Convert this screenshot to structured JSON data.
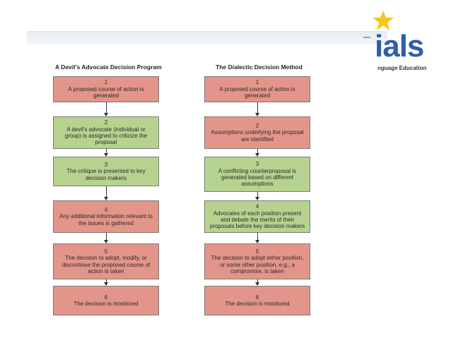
{
  "logo": {
    "text": "ials",
    "subtitle": "nguage Education"
  },
  "colors": {
    "red_box": "#e3958a",
    "green_box": "#b5d38f",
    "logo_blue": "#2d5fa8",
    "logo_star": "#f5c518"
  },
  "left": {
    "title": "A Devil's Advocate Decision Program",
    "steps": [
      {
        "num": "1",
        "text": "A proposed course of action is generated",
        "color": "red"
      },
      {
        "num": "2",
        "text": "A devil's advocate (individual or group) is assigned to criticize the proposal",
        "color": "green"
      },
      {
        "num": "3",
        "text": "The critique is presented to key decision makers",
        "color": "green"
      },
      {
        "num": "4",
        "text": "Any additional information relevant to the issues is gathered",
        "color": "red"
      },
      {
        "num": "5",
        "text": "The decision to adopt, modify, or discontinue the proposed course of action is taken",
        "color": "red"
      },
      {
        "num": "6",
        "text": "The decision is monitored",
        "color": "red"
      }
    ]
  },
  "right": {
    "title": "The Dialectic Decision Method",
    "steps": [
      {
        "num": "1",
        "text": "A proposed course of action is generated",
        "color": "red"
      },
      {
        "num": "2",
        "text": "Assumptions underlying the proposal are identified",
        "color": "red"
      },
      {
        "num": "3",
        "text": "A conflicting counterproposal is generated based on different assumptions",
        "color": "green"
      },
      {
        "num": "4",
        "text": "Advocates of each position present and debate the merits of their proposals before key decision makers",
        "color": "green"
      },
      {
        "num": "5",
        "text": "The decision to adopt either position, or some other position, e.g., a compromise, is taken",
        "color": "red"
      },
      {
        "num": "6",
        "text": "The decision is monitored",
        "color": "red"
      }
    ]
  }
}
